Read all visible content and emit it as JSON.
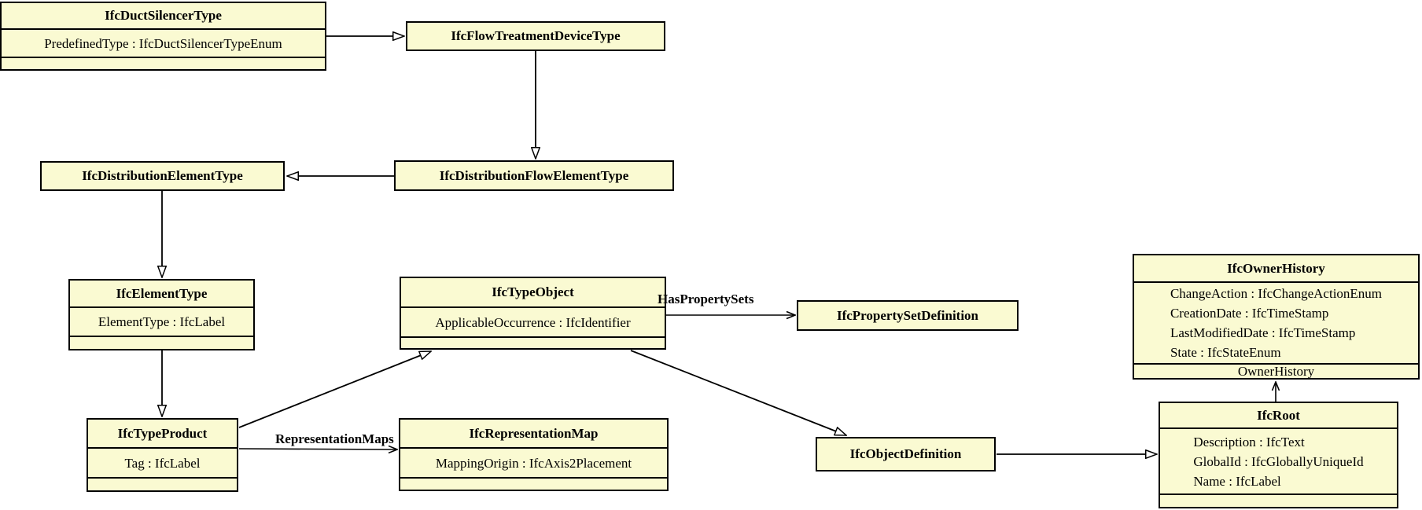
{
  "diagram": {
    "background": "#FFFFFF",
    "node_fill": "#FAFAD2",
    "border_color": "#000000"
  },
  "classes": {
    "ifc_duct_silencer_type": {
      "name": "IfcDuctSilencerType",
      "attrs": [
        "PredefinedType : IfcDuctSilencerTypeEnum"
      ]
    },
    "ifc_flow_treatment_device_type": {
      "name": "IfcFlowTreatmentDeviceType"
    },
    "ifc_distribution_element_type": {
      "name": "IfcDistributionElementType"
    },
    "ifc_distribution_flow_element_type": {
      "name": "IfcDistributionFlowElementType"
    },
    "ifc_element_type": {
      "name": "IfcElementType",
      "attrs": [
        "ElementType : IfcLabel"
      ]
    },
    "ifc_type_object": {
      "name": "IfcTypeObject",
      "attrs": [
        "ApplicableOccurrence : IfcIdentifier"
      ]
    },
    "ifc_property_set_definition": {
      "name": "IfcPropertySetDefinition"
    },
    "ifc_owner_history": {
      "name": "IfcOwnerHistory",
      "attrs": [
        "ChangeAction : IfcChangeActionEnum",
        "CreationDate : IfcTimeStamp",
        "LastModifiedDate : IfcTimeStamp",
        "State : IfcStateEnum"
      ],
      "footer": "OwnerHistory"
    },
    "ifc_type_product": {
      "name": "IfcTypeProduct",
      "attrs": [
        "Tag : IfcLabel"
      ]
    },
    "ifc_representation_map": {
      "name": "IfcRepresentationMap",
      "attrs": [
        "MappingOrigin : IfcAxis2Placement"
      ]
    },
    "ifc_object_definition": {
      "name": "IfcObjectDefinition"
    },
    "ifc_root": {
      "name": "IfcRoot",
      "attrs": [
        "Description : IfcText",
        "GlobalId : IfcGloballyUniqueId",
        "Name : IfcLabel"
      ]
    }
  },
  "edge_labels": {
    "has_property_sets": "HasPropertySets",
    "representation_maps": "RepresentationMaps"
  }
}
